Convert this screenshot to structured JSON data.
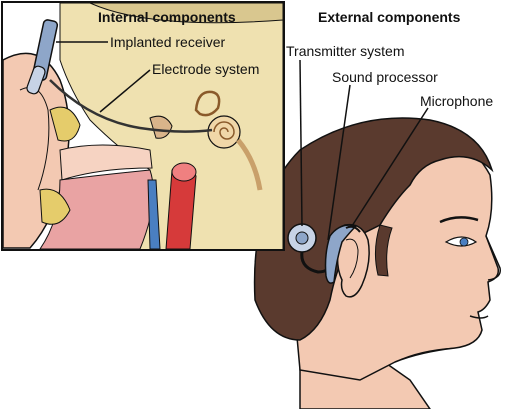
{
  "internal": {
    "heading": "Internal components",
    "labels": [
      "Implanted receiver",
      "Electrode system"
    ]
  },
  "external": {
    "heading": "External components",
    "labels": [
      "Transmitter system",
      "Sound processor",
      "Microphone"
    ]
  },
  "colors": {
    "skin": "#f3c9b2",
    "hair": "#5a3a2e",
    "bone": "#efe1b0",
    "tissue": "#e9a3a3",
    "vessel_red": "#d63a3a",
    "vessel_blue": "#4a7fc1",
    "device": "#8ea6c9",
    "ink": "#111111"
  }
}
